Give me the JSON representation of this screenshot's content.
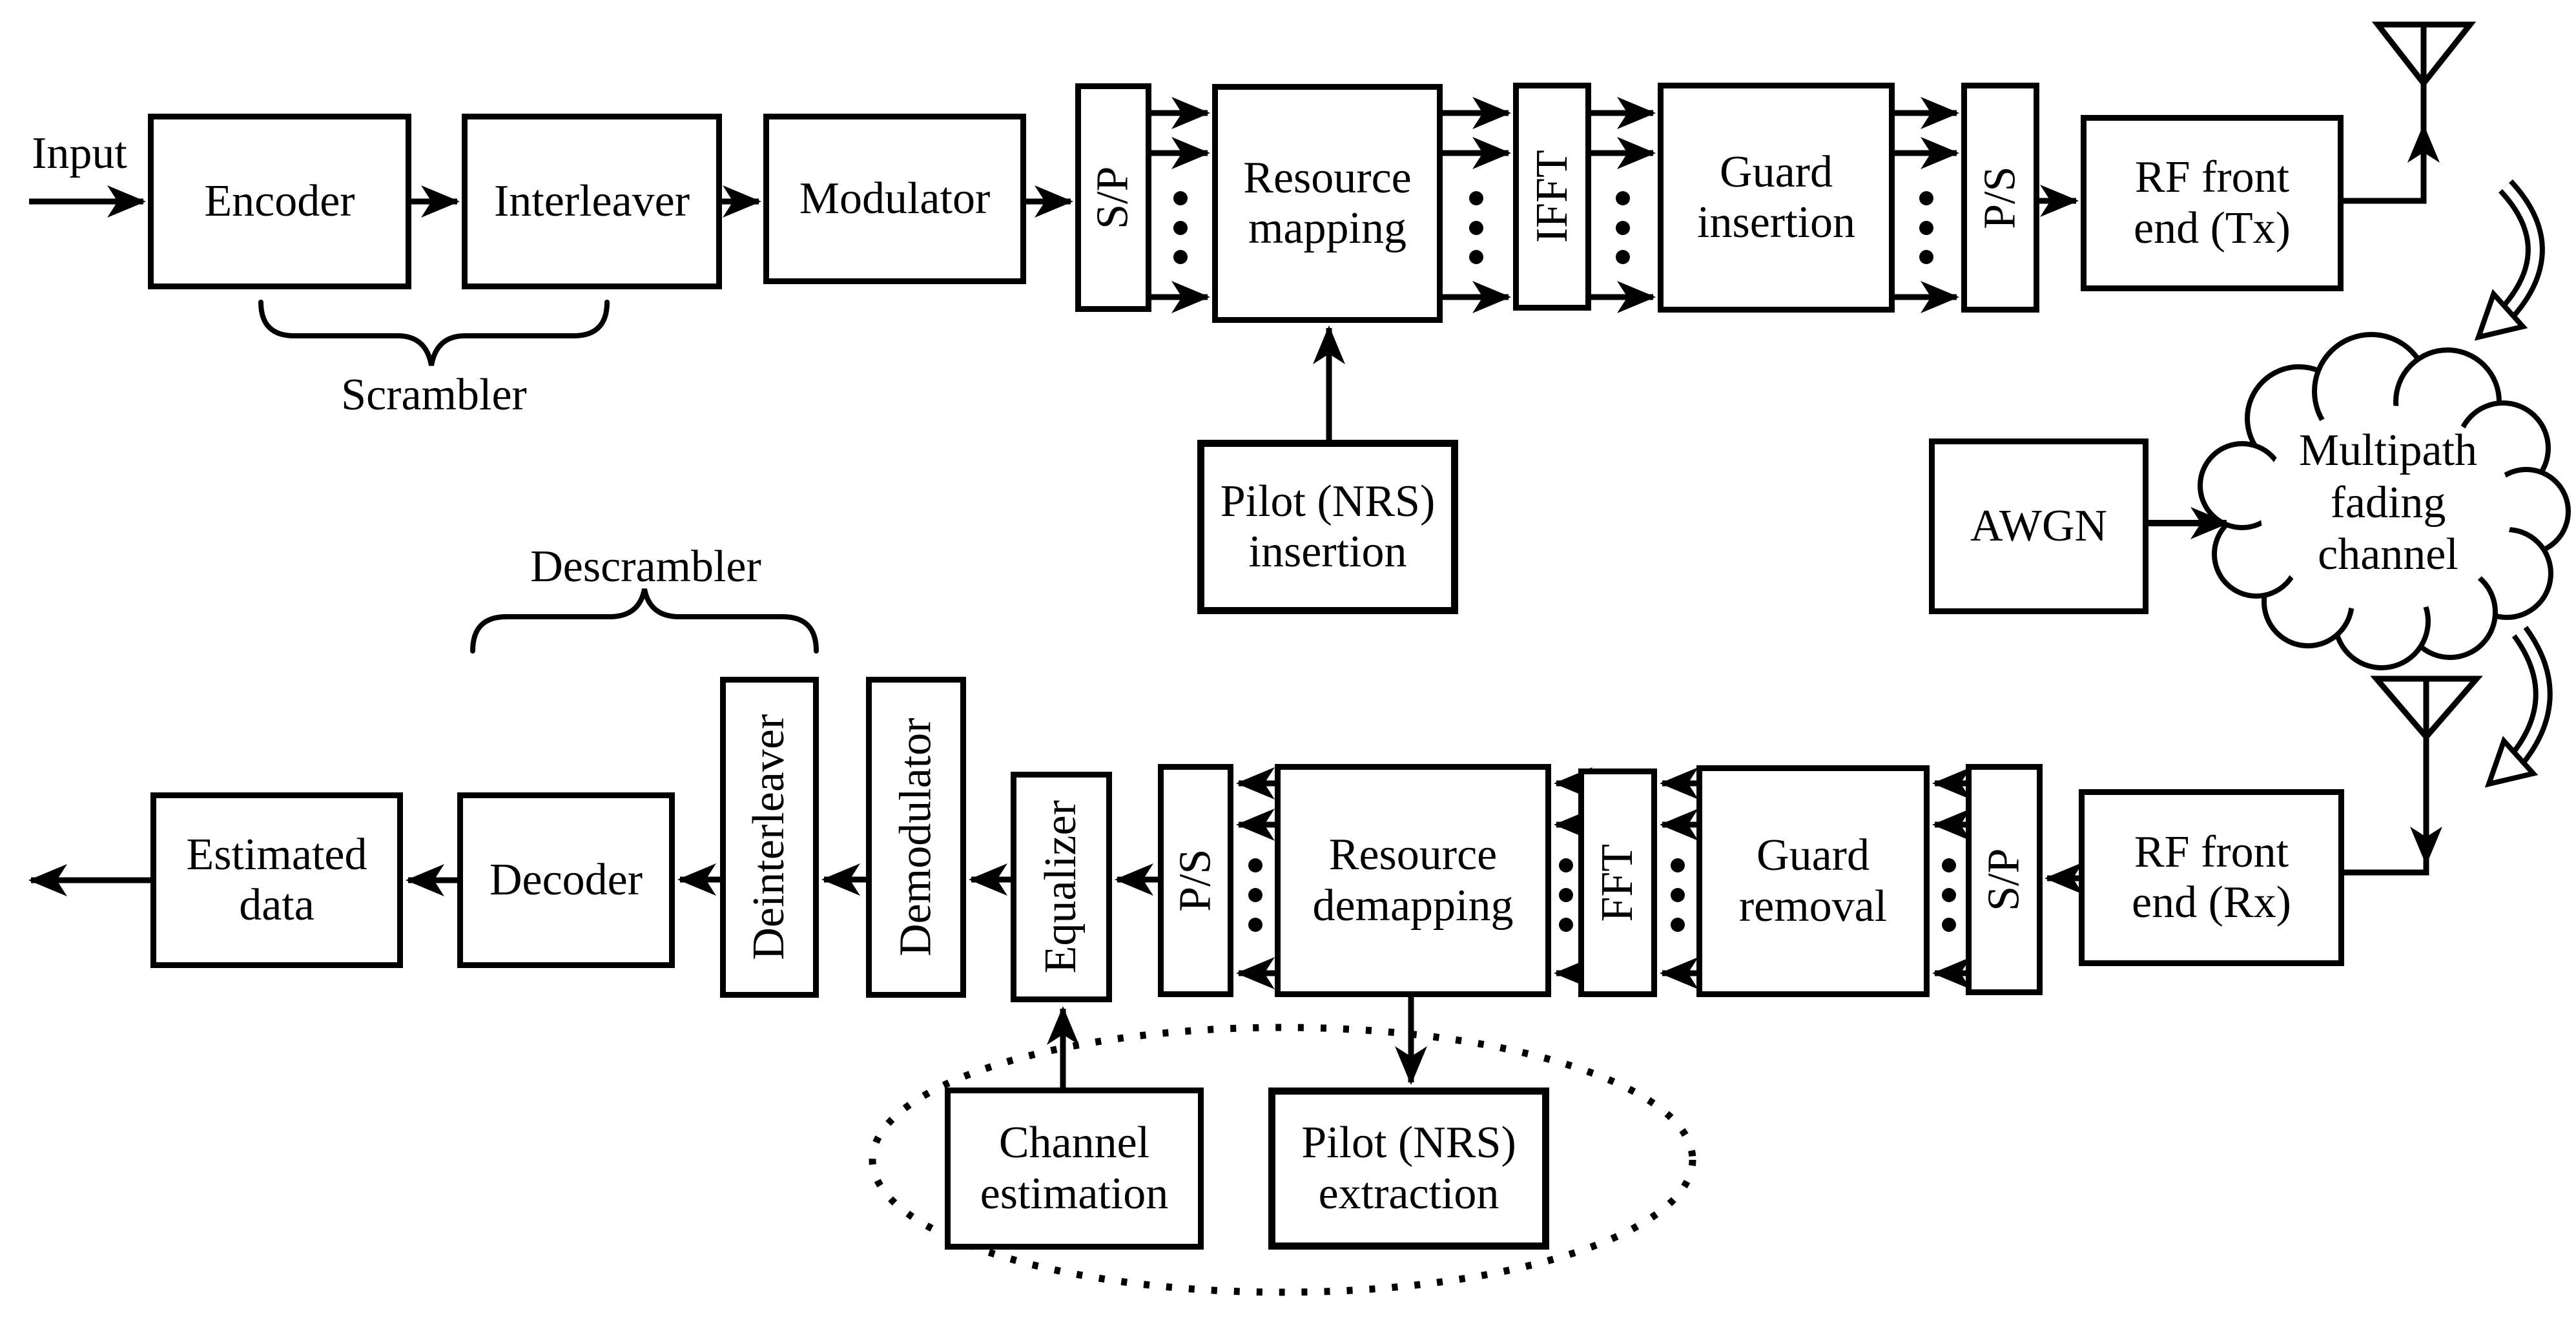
{
  "tx": {
    "input_label": "Input",
    "encoder": "Encoder",
    "interleaver": "Interleaver",
    "scrambler_label": "Scrambler",
    "modulator": "Modulator",
    "serial_to_parallel": "S/P",
    "resource_mapping": "Resource mapping",
    "ifft": "IFFT",
    "guard_insertion": "Guard insertion",
    "parallel_to_serial": "P/S",
    "rf_front_end": "RF front end (Tx)",
    "pilot_insertion": "Pilot (NRS) insertion"
  },
  "channel": {
    "awgn": "AWGN",
    "multipath_cloud": "Multipath fading channel"
  },
  "rx": {
    "rf_front_end": "RF front end (Rx)",
    "serial_to_parallel": "S/P",
    "guard_removal": "Guard removal",
    "fft": "FFT",
    "resource_demapping": "Resource demapping",
    "parallel_to_serial": "P/S",
    "equalizer": "Equalizer",
    "demodulator": "Demodulator",
    "deinterleaver": "Deinterleaver",
    "descrambler_label": "Descrambler",
    "decoder": "Decoder",
    "estimated_data": "Estimated data",
    "channel_estimation": "Channel estimation",
    "pilot_extraction": "Pilot (NRS) extraction"
  },
  "colors": {
    "ink": "#000000",
    "paper": "#ffffff"
  }
}
